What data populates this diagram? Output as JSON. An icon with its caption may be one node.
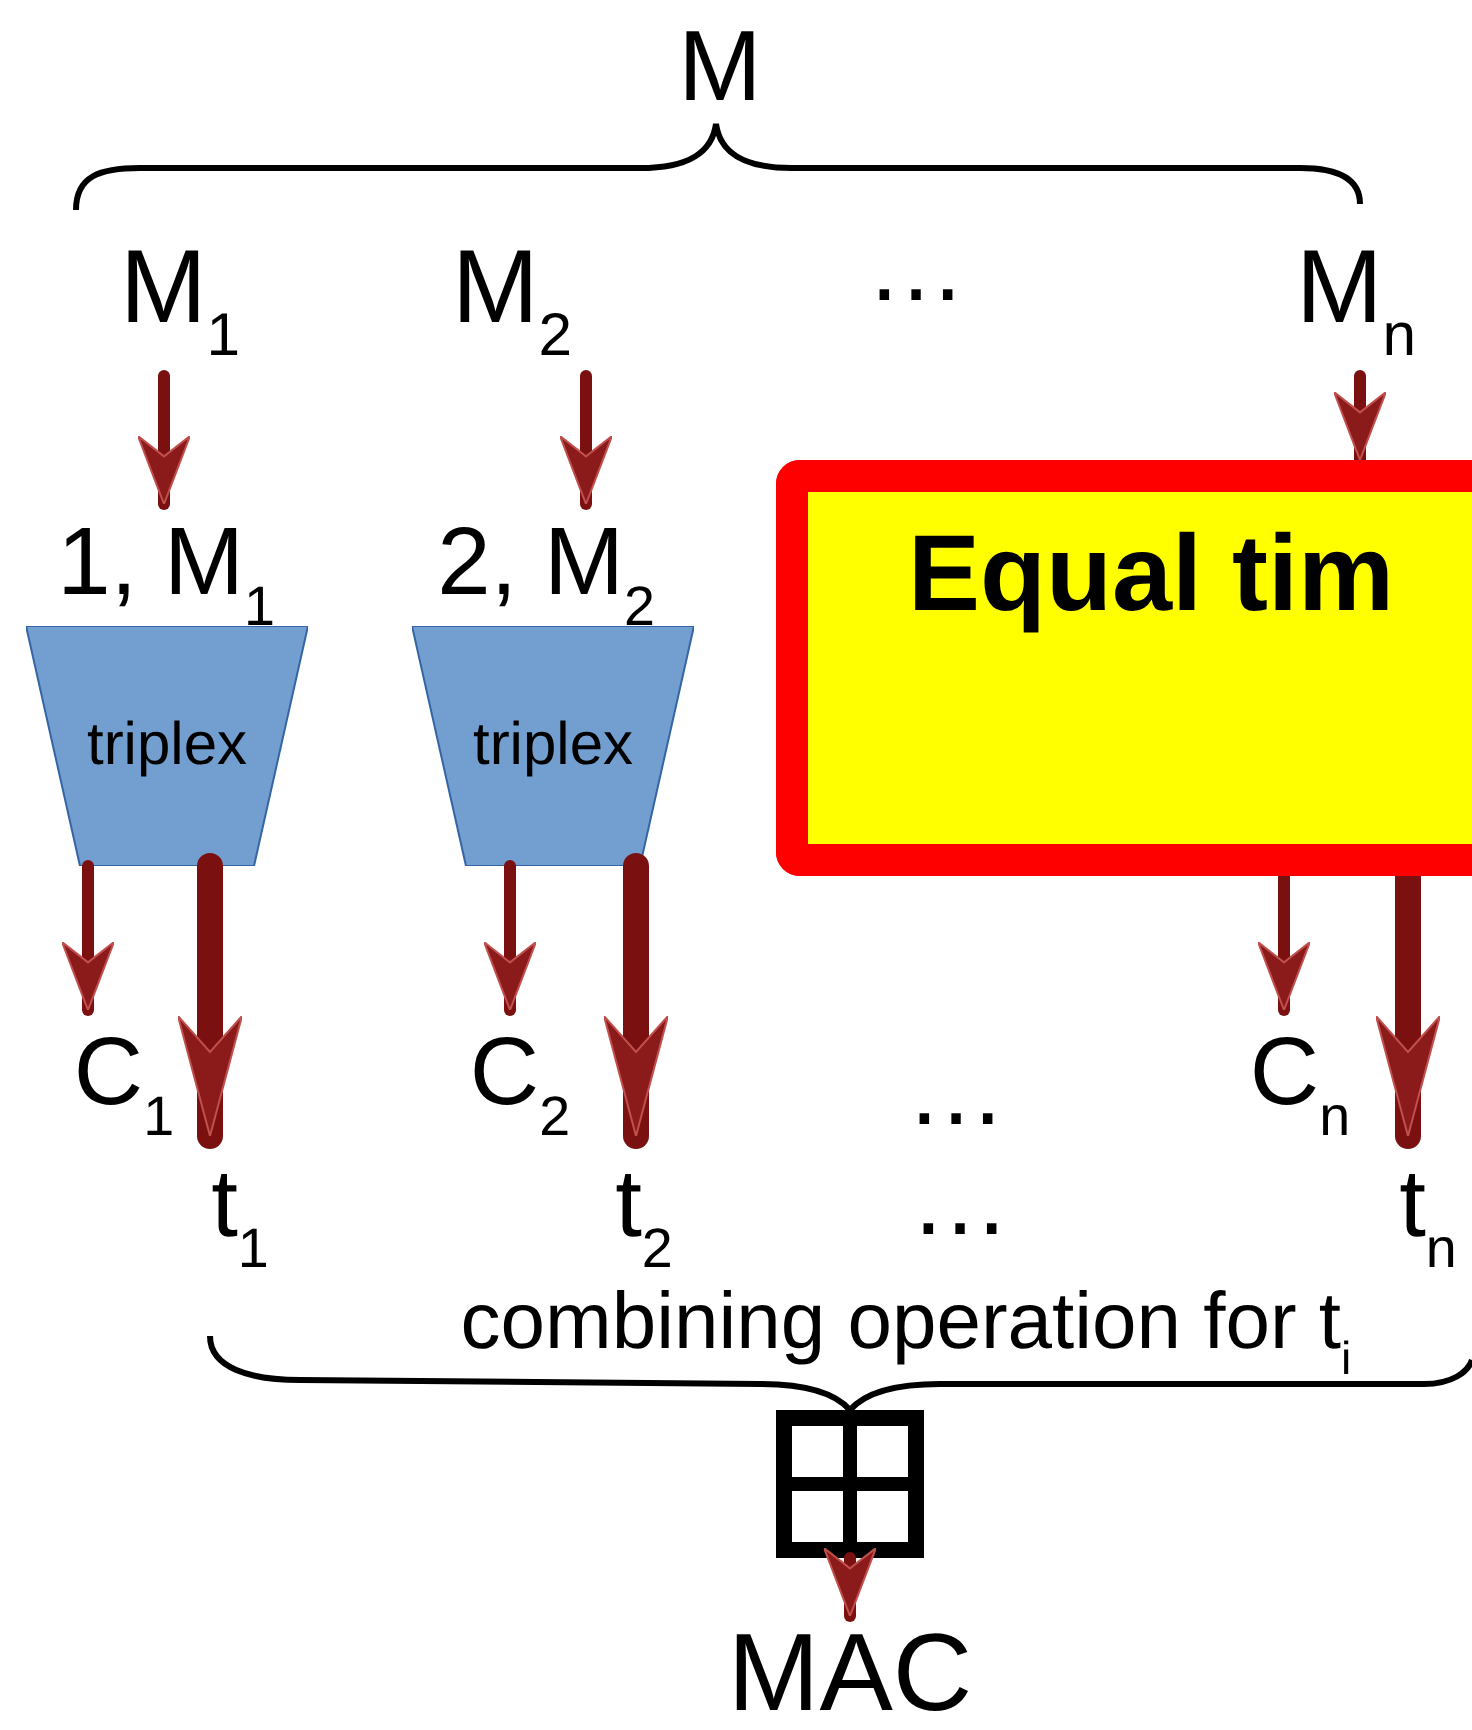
{
  "diagram": {
    "nodes": [
      {
        "text": [
          "M"
        ]
      },
      {
        "text": [
          "M$_{1}$"
        ]
      },
      {
        "text": [
          "M$_{2}$"
        ]
      },
      {
        "text": [
          "M$_{n}$"
        ]
      },
      {
        "text": [
          "1, M$_{1}$"
        ]
      },
      {
        "text": [
          "2, M$_{2}$"
        ]
      },
      {
        "text": [
          "triplex"
        ]
      },
      {
        "text": [
          "triplex"
        ]
      },
      {
        "text": [
          "Equal tim"
        ]
      },
      {
        "text": [
          "C$_{1}$"
        ]
      },
      {
        "text": [
          "t$_{1}$"
        ]
      },
      {
        "text": [
          "C$_{2}$"
        ]
      },
      {
        "text": [
          "t$_{2}$"
        ]
      },
      {
        "text": [
          "C$_{n}$"
        ]
      },
      {
        "text": [
          "t$_{n}$"
        ]
      },
      {
        "text": [
          "combining operation for t$_{i}$"
        ]
      },
      {
        "text": [],
        "shape": "box"
      },
      {
        "text": [
          "MAC"
        ]
      }
    ],
    "edges": [
      {
        "from": 1,
        "to": 4,
        "arrow": "to"
      },
      {
        "from": 2,
        "to": 5,
        "arrow": "to"
      },
      {
        "from": 3,
        "to": 8,
        "arrow": "to"
      },
      {
        "from": 6,
        "to": 9,
        "arrow": "to"
      },
      {
        "from": 6,
        "to": 10,
        "arrow": "to",
        "style": "thick"
      },
      {
        "from": 7,
        "to": 11,
        "arrow": "to"
      },
      {
        "from": 7,
        "to": 12,
        "arrow": "to",
        "style": "thick"
      },
      {
        "from": 8,
        "to": 13,
        "arrow": "to"
      },
      {
        "from": 8,
        "to": 14,
        "arrow": "to",
        "style": "thick"
      },
      {
        "from": 16,
        "to": 17,
        "arrow": "to"
      }
    ],
    "labels": [
      "…",
      "…",
      "…"
    ]
  }
}
